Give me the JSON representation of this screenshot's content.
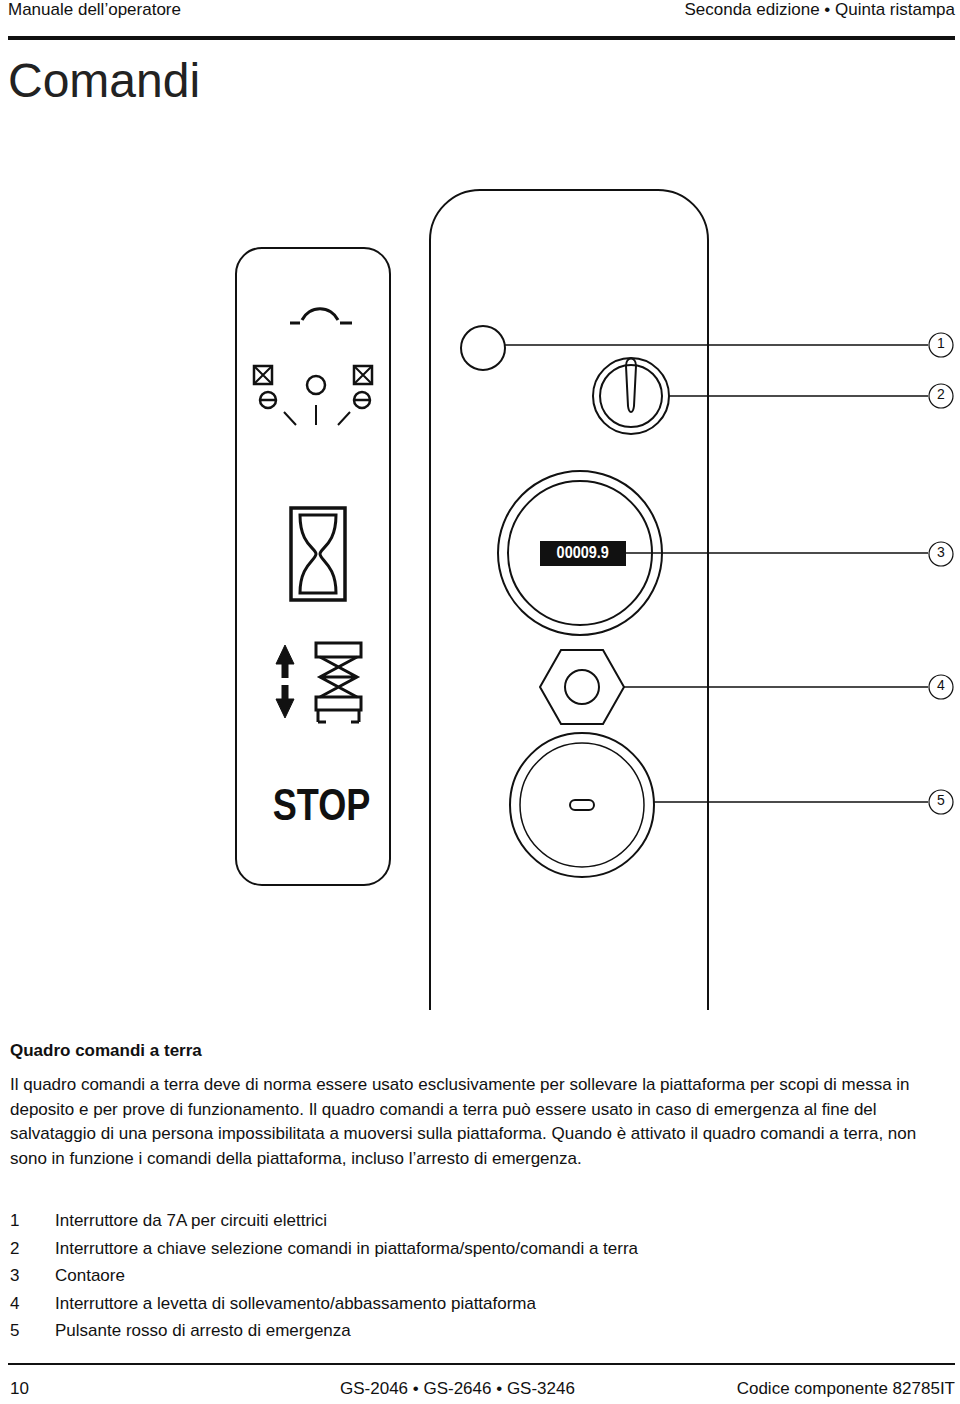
{
  "diagram": {
    "title": "Comandi",
    "nodes": [
      {
        "text": [
          "STOP"
        ]
      },
      {
        "text": [
          "00009.9"
        ]
      }
    ],
    "labels": [
      "Manuale dell’operatore",
      "Seconda edizione • Quinta ristampa",
      "1",
      "2",
      "3",
      "4",
      "5",
      "Quadro comandi a terra",
      "Il quadro comandi a terra deve di norma essere usato esclusivamente per sollevare la piattaforma per scopi di messa in deposito e per prove di funzionamento. Il quadro comandi a terra può essere usato in caso di emergenza al fine del salvataggio di una persona impossibilitata a muoversi sulla piattaforma. Quando è attivato il quadro comandi a terra, non sono in funzione i comandi della piattaforma, incluso l’arresto di emergenza.",
      "1",
      "2",
      "3",
      "4",
      "5",
      "Interruttore da 7A per circuiti elettrici",
      "Interruttore a chiave selezione comandi in piattaforma/spento/comandi a terra",
      "Contaore",
      "Interruttore a levetta di sollevamento/abbassamento piattaforma",
      "Pulsante rosso di arresto di emergenza",
      "10",
      "GS-2046 • GS-2646 • GS-3246",
      "Codice componente 82785IT"
    ]
  }
}
